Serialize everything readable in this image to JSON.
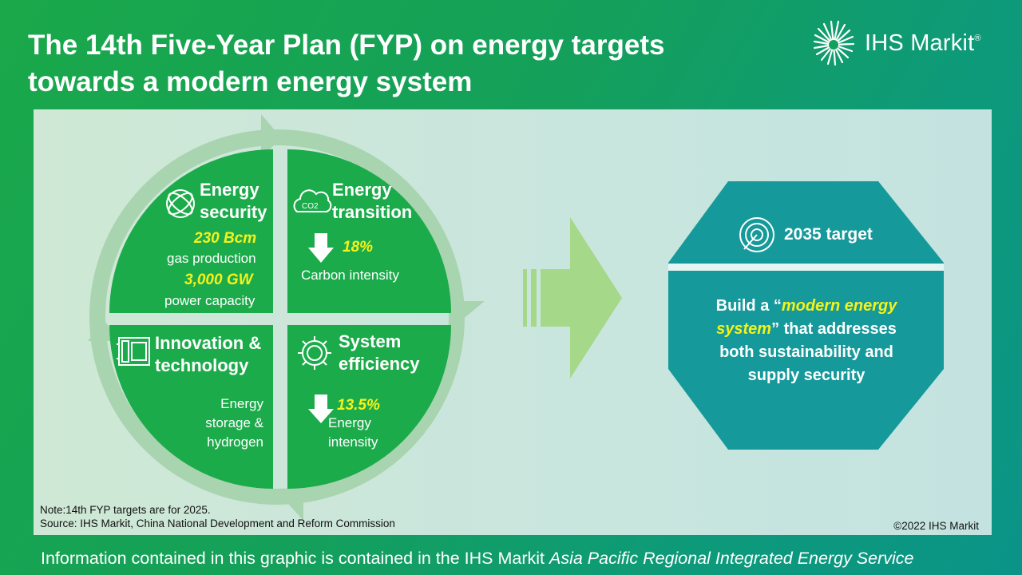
{
  "title_line1": "The 14th Five-Year Plan (FYP) on energy targets",
  "title_line2": "towards a modern energy system",
  "logo": {
    "text": "IHS Markit",
    "mark": "®"
  },
  "quadrants": {
    "security": {
      "title1": "Energy",
      "title2": "security",
      "value1": "230 Bcm",
      "label1": "gas production",
      "value2": "3,000 GW",
      "label2": "power capacity"
    },
    "transition": {
      "title1": "Energy",
      "title2": "transition",
      "value": "18%",
      "label": "Carbon intensity"
    },
    "innovation": {
      "title1": "Innovation &",
      "title2": "technology",
      "label1": "Energy",
      "label2": "storage &",
      "label3": "hydrogen"
    },
    "efficiency": {
      "title1": "System",
      "title2": "efficiency",
      "value": "13.5%",
      "label1": "Energy",
      "label2": "intensity"
    }
  },
  "target": {
    "title": "2035 target",
    "line1_pre": "Build a “",
    "line1_hl": "modern energy",
    "line2_hl": "system",
    "line2_post": "” that addresses",
    "line3": "both sustainability and",
    "line4": "supply security"
  },
  "note": "Note:14th FYP targets are for 2025.",
  "source": "Source: IHS Markit, China National Development and Reform Commission",
  "copyright": "©2022 IHS Markit",
  "footer_pre": "Information contained in this graphic is contained in the IHS Markit ",
  "footer_em": "Asia Pacific Regional Integrated Energy Service",
  "colors": {
    "green": "#1cab4b",
    "teal": "#15999a",
    "arrow": "#a6d88a",
    "ring": "#a9d4b0",
    "highlight": "#f5f21a"
  }
}
